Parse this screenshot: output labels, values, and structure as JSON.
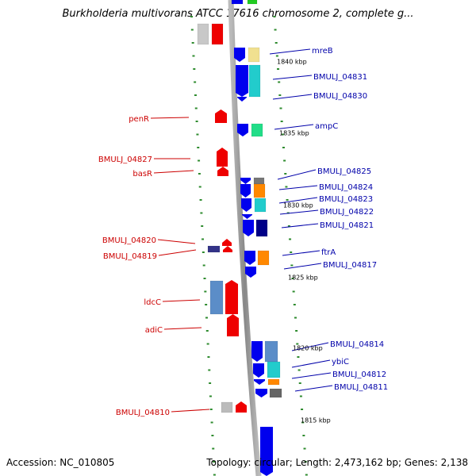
{
  "title": "Burkholderia multivorans ATCC 17616 chromosome 2, complete g...",
  "footer": {
    "accession": "Accession: NC_010805",
    "summary": "Topology: circular; Length: 2,473,162 bp; Genes: 2,138"
  },
  "colors": {
    "forward": "#0000ee",
    "reverse": "#ee0000",
    "forward_label": "#0000aa",
    "reverse_label": "#cc0000",
    "tick": "#2e8b2e",
    "backbone": "#888888"
  },
  "scale_labels": [
    "1840 kbp",
    "1835 kbp",
    "1830 kbp",
    "1825 kbp",
    "1820 kbp",
    "1815 kbp"
  ],
  "forward_genes": [
    "mreB",
    "BMULJ_04831",
    "BMULJ_04830",
    "ampC",
    "BMULJ_04825",
    "BMULJ_04824",
    "BMULJ_04823",
    "BMULJ_04822",
    "BMULJ_04821",
    "ftrA",
    "BMULJ_04817",
    "BMULJ_04814",
    "ybiC",
    "BMULJ_04812",
    "BMULJ_04811"
  ],
  "reverse_genes": [
    "penR",
    "BMULJ_04827",
    "basR",
    "BMULJ_04820",
    "BMULJ_04819",
    "ldcC",
    "adiC",
    "BMULJ_04810"
  ],
  "icons": [
    "forward-gene-arrow-icon",
    "reverse-gene-arrow-icon"
  ]
}
